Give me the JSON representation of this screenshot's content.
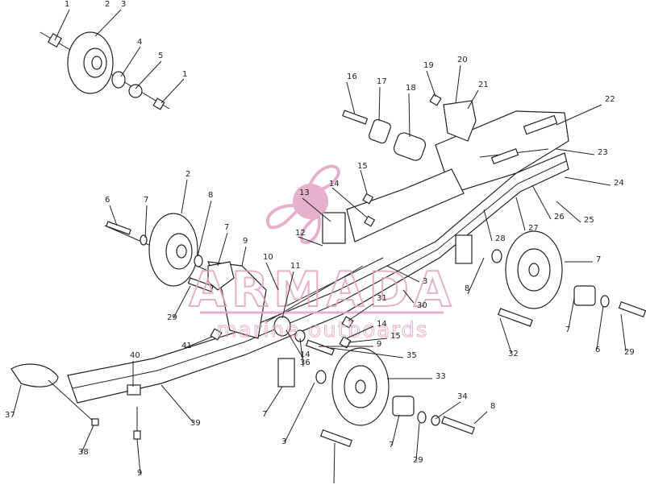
{
  "watermark": {
    "brand": "ARMADA",
    "tagline": "marine outboards",
    "color": "#e2a3c2"
  },
  "callouts": [
    "1",
    "2",
    "3",
    "4",
    "5",
    "1",
    "16",
    "17",
    "18",
    "19",
    "20",
    "21",
    "22",
    "23",
    "24",
    "25",
    "26",
    "27",
    "28",
    "15",
    "14",
    "13",
    "12",
    "6",
    "7",
    "8",
    "2",
    "7",
    "9",
    "10",
    "11",
    "29",
    "30",
    "31",
    "14",
    "15",
    "9",
    "3",
    "7",
    "8",
    "7",
    "6",
    "29",
    "32",
    "35",
    "36",
    "14",
    "41",
    "40",
    "37",
    "39",
    "38",
    "9",
    "7",
    "3",
    "33",
    "34",
    "8",
    "7",
    "29"
  ]
}
